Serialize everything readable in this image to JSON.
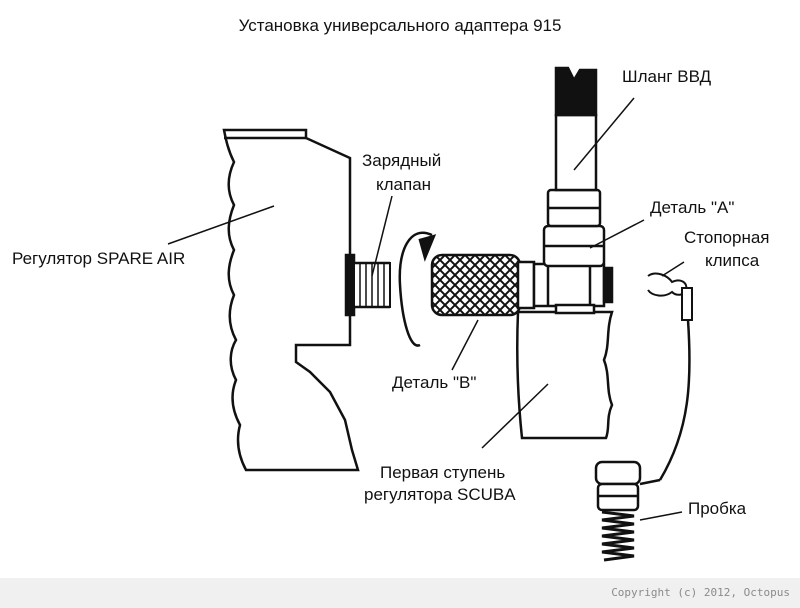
{
  "title": "Установка универсального адаптера 915",
  "labels": {
    "hose": "Шланг ВВД",
    "charging_valve_line1": "Зарядный",
    "charging_valve_line2": "клапан",
    "part_a": "Деталь \"А\"",
    "retaining_clip_line1": "Стопорная",
    "retaining_clip_line2": "клипса",
    "spare_air_regulator": "Регулятор SPARE AIR",
    "part_b": "Деталь \"В\"",
    "first_stage_line1": "Первая ступень",
    "first_stage_line2": "регулятора SCUBA",
    "plug": "Пробка"
  },
  "footer": {
    "copyright": "Copyright (c) 2012, Octopus"
  }
}
